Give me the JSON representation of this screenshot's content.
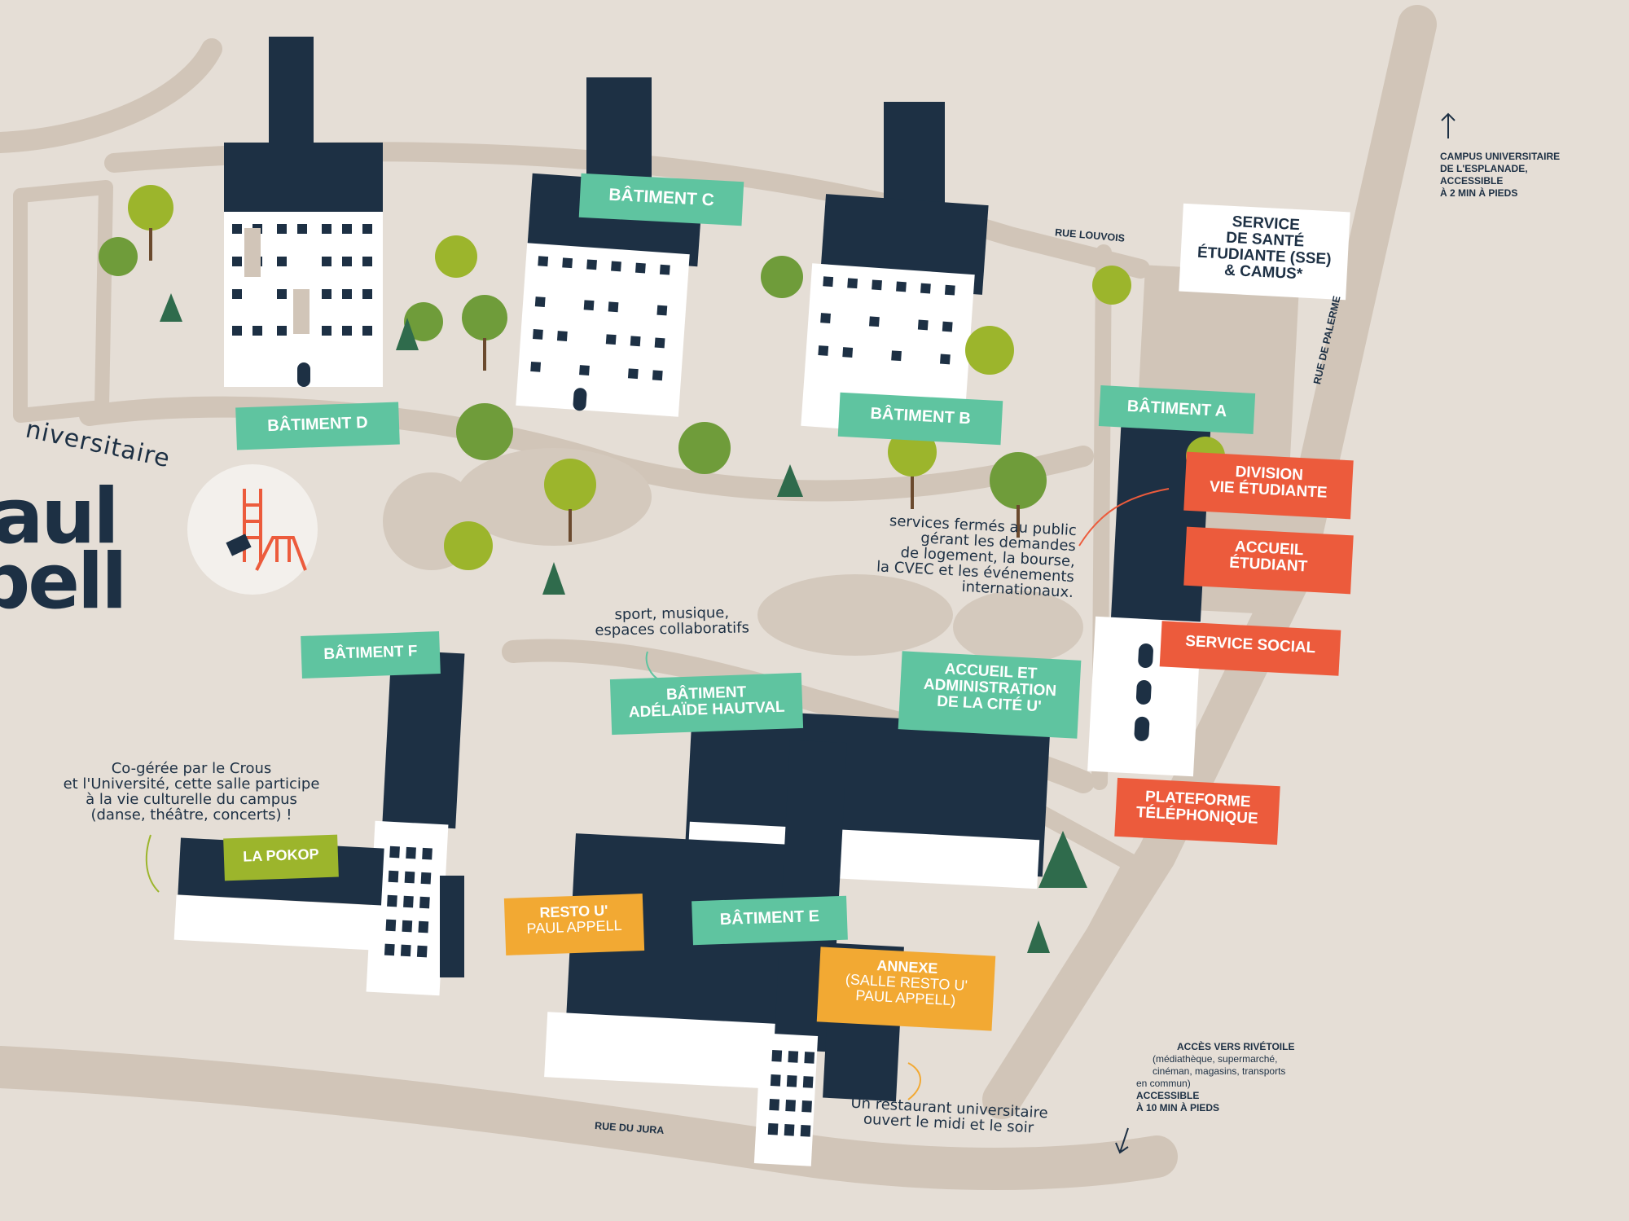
{
  "map": {
    "title_fragment": "niversitaire",
    "big_title_line1": "aul",
    "big_title_line2": "pell",
    "labels": {
      "batiment_c": "Bâtiment C",
      "batiment_d": "Bâtiment D",
      "batiment_b": "Bâtiment B",
      "batiment_a": "Bâtiment A",
      "batiment_f": "Bâtiment F",
      "batiment_e": "Bâtiment E",
      "batiment_adelaide": [
        "Bâtiment",
        "Adélaïde Hautval"
      ],
      "accueil_admin": [
        "Accueil et",
        "administration",
        "de la cité U'"
      ],
      "division_vie": [
        "Division",
        "vie étudiante"
      ],
      "accueil_etudiant": [
        "Accueil",
        "étudiant"
      ],
      "service_social": "Service social",
      "plateforme": [
        "Plateforme",
        "téléphonique"
      ],
      "sse": [
        "Service",
        "de santé",
        "étudiante (SSE)",
        "& CAMUS*"
      ],
      "la_pokop": "La Pokop",
      "resto_u": [
        "Resto U'",
        "Paul Appell"
      ],
      "annexe": [
        "Annexe",
        "(salle resto U'",
        "Paul Appell)"
      ]
    },
    "notes": {
      "services": [
        "services fermés au public",
        "gérant les demandes",
        "de logement, la bourse,",
        "la CVEC et les événements",
        "internationaux."
      ],
      "sport": [
        "sport, musique,",
        "espaces collaboratifs"
      ],
      "pokop": [
        "Co-gérée par le Crous",
        "et l'Université, cette salle participe",
        "à la vie culturelle du campus",
        "(danse, théâtre, concerts) !"
      ],
      "restaurant": [
        "Un restaurant universitaire",
        "ouvert le midi et le soir"
      ]
    },
    "campus_note": [
      "Campus universitaire",
      "de l'Esplanade,",
      "accessible",
      "à 2 min à pieds"
    ],
    "rivetoile_note": {
      "title": "Accès vers Rivétoile",
      "detail": [
        "(médiathèque, supermarché,",
        "cinéman, magasins, transports",
        "en commun)"
      ],
      "access": [
        "accessible",
        "à 10 min à pieds"
      ]
    },
    "streets": {
      "louvois": "Rue Louvois",
      "palerme": "Rue de Palerme",
      "jura": "Rue du Jura"
    },
    "colors": {
      "background": "#e5ded6",
      "road": "#d1c5b8",
      "building_dark": "#1d3044",
      "teal": "#5fc4a0",
      "red": "#ec5b3c",
      "orange": "#f2a933",
      "lime": "#9cb52c"
    }
  }
}
